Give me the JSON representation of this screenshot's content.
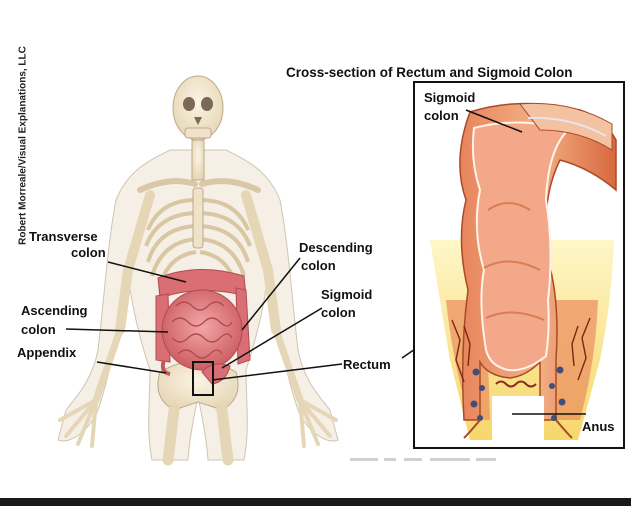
{
  "credit": "Robert Morreale/Visual Explanations, LLC",
  "cross_section_title": "Cross-section of Rectum and Sigmoid Colon",
  "labels": {
    "transverse_colon_1": "Transverse",
    "transverse_colon_2": "colon",
    "descending_colon_1": "Descending",
    "descending_colon_2": "colon",
    "ascending_colon_1": "Ascending",
    "ascending_colon_2": "colon",
    "sigmoid_colon_1": "Sigmoid",
    "sigmoid_colon_2": "colon",
    "appendix": "Appendix",
    "rectum": "Rectum",
    "inset_sigmoid_1": "Sigmoid",
    "inset_sigmoid_2": "colon",
    "anus": "Anus"
  }
}
